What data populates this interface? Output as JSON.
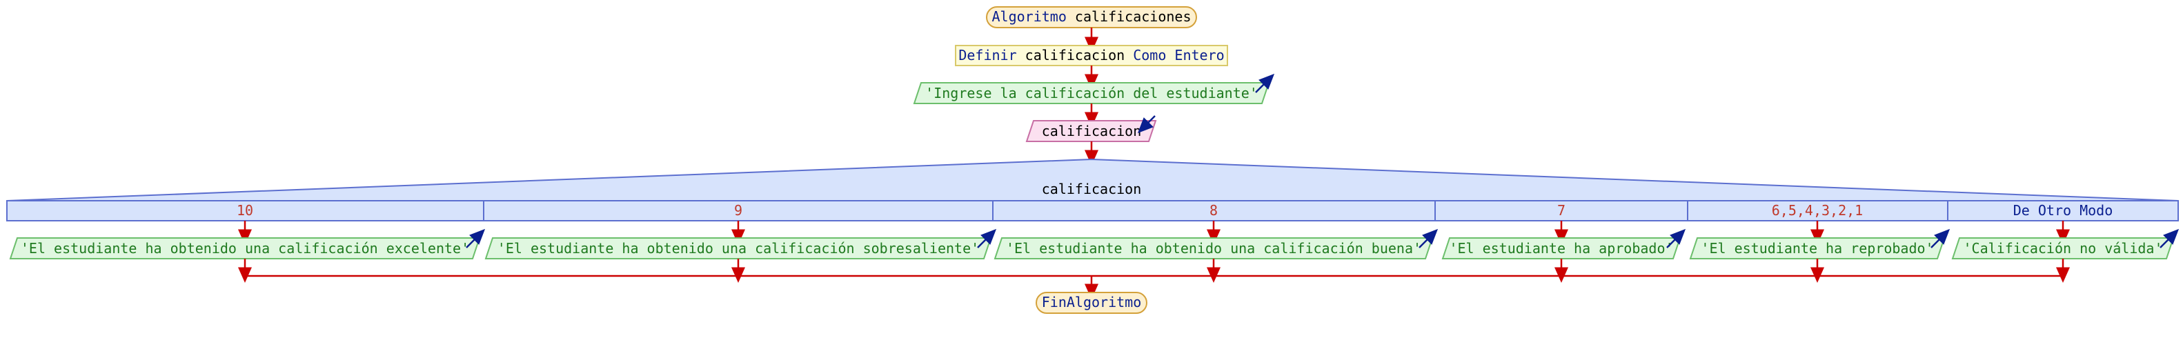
{
  "start": {
    "keyword": "Algoritmo",
    "name": "calificaciones"
  },
  "define": {
    "keyword": "Definir",
    "var": "calificacion",
    "type": "Como Entero"
  },
  "output": {
    "text": "'Ingrese la calificación del estudiante'"
  },
  "input": {
    "var": "calificacion"
  },
  "switch": {
    "expr": "calificacion"
  },
  "cases": [
    {
      "label": "10",
      "message": "'El estudiante ha obtenido una calificación excelente'"
    },
    {
      "label": "9",
      "message": "'El estudiante ha obtenido una calificación sobresaliente'"
    },
    {
      "label": "8",
      "message": "'El estudiante ha obtenido una calificación buena'"
    },
    {
      "label": "7",
      "message": "'El estudiante ha aprobado'"
    },
    {
      "label": "6,5,4,3,2,1",
      "message": "'El estudiante ha reprobado'"
    },
    {
      "label": "De Otro Modo",
      "message": "'Calificación no válida'"
    }
  ],
  "end": {
    "label": "FinAlgoritmo"
  },
  "colors": {
    "terminal_fill": "#fdf0cf",
    "terminal_stroke": "#d4a13a",
    "define_fill": "#fdfbd9",
    "define_stroke": "#d9c96a",
    "output_fill": "#e0f7e0",
    "output_stroke": "#6cbf6c",
    "input_fill": "#fbe0f0",
    "input_stroke": "#c86fa5",
    "switch_fill": "#d7e3fc",
    "switch_stroke": "#5c6fcf",
    "wire": "#cc0000"
  }
}
